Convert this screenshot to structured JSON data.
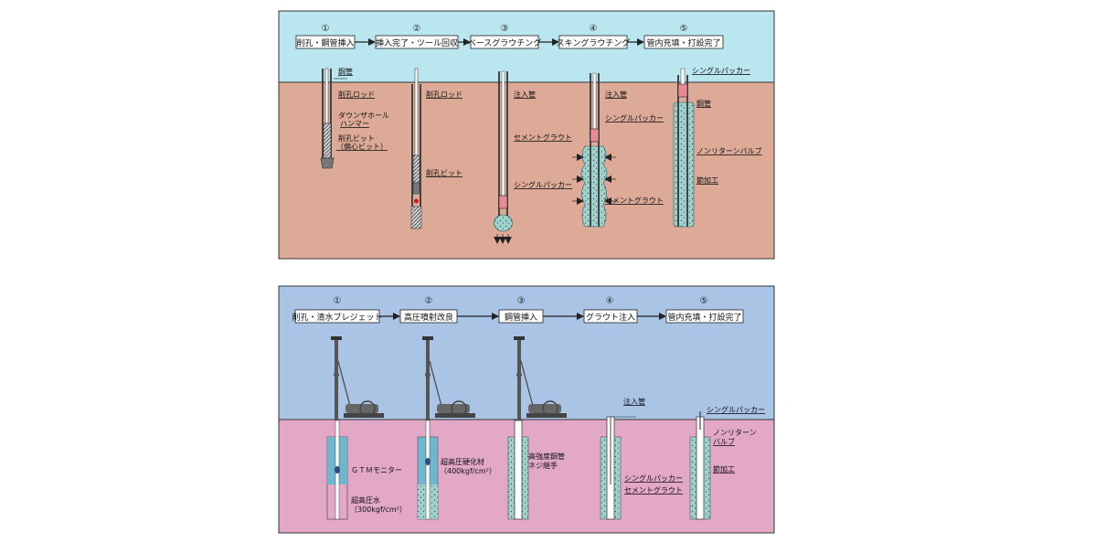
{
  "colors": {
    "sky_top": "#b9e6ef",
    "ground_top": "#dcaa97",
    "sky_bottom": "#aac4e6",
    "ground_bottom": "#e2a8c6",
    "grout": "#9fd2cd",
    "packer": "#e88a93",
    "frame": "#333333"
  },
  "top_panel": {
    "numbers": [
      "①",
      "②",
      "③",
      "④",
      "⑤"
    ],
    "steps": [
      "削孔・鋼管挿入",
      "挿入完了・ツール回収",
      "ベースグラウチング",
      "スキングラウチング",
      "管内充填・打設完了"
    ],
    "labels": {
      "steel_pipe": "鋼管",
      "drill_rod_1": "削孔ロッド",
      "dth_hammer_1": "ダウンザホール",
      "dth_hammer_2": "ハンマー",
      "drill_bit_1": "削孔ビット",
      "drill_bit_2": "（偏心ビット）",
      "drill_rod_2": "削孔ロッド",
      "drill_bit_3": "削孔ビット",
      "injection_pipe_3": "注入管",
      "cement_grout_3": "セメントグラウト",
      "single_packer_3": "シングルパッカー",
      "injection_pipe_4": "注入管",
      "single_packer_4": "シングルパッカー",
      "cement_grout_4": "セメントグラウト",
      "single_packer_5": "シングルパッカー",
      "steel_pipe_5": "鋼管",
      "non_return_valve_5": "ノンリターンバルブ",
      "joint_work_5": "節加工"
    }
  },
  "bottom_panel": {
    "numbers": [
      "①",
      "②",
      "③",
      "④",
      "⑤"
    ],
    "steps": [
      "削孔・清水プレジェット",
      "高圧噴射改良",
      "鋼管挿入",
      "グラウト注入",
      "管内充填・打設完了"
    ],
    "labels": {
      "gtm_monitor": "ＧＴＭモニター",
      "ultra_water_1": "超高圧水",
      "ultra_water_2": "（300kgf/cm²）",
      "ultra_hardener_1": "超高圧硬化材",
      "ultra_hardener_2": "（400kgf/cm²）",
      "high_strength_1": "高強度鋼管",
      "high_strength_2": "ネジ継手",
      "injection_pipe": "注入管",
      "single_packer_4": "シングルパッカー",
      "cement_grout_4": "セメントグラウト",
      "single_packer_5": "シングルパッカー",
      "non_return_1": "ノンリターン",
      "non_return_2": "バルブ",
      "joint_work": "節加工"
    }
  }
}
